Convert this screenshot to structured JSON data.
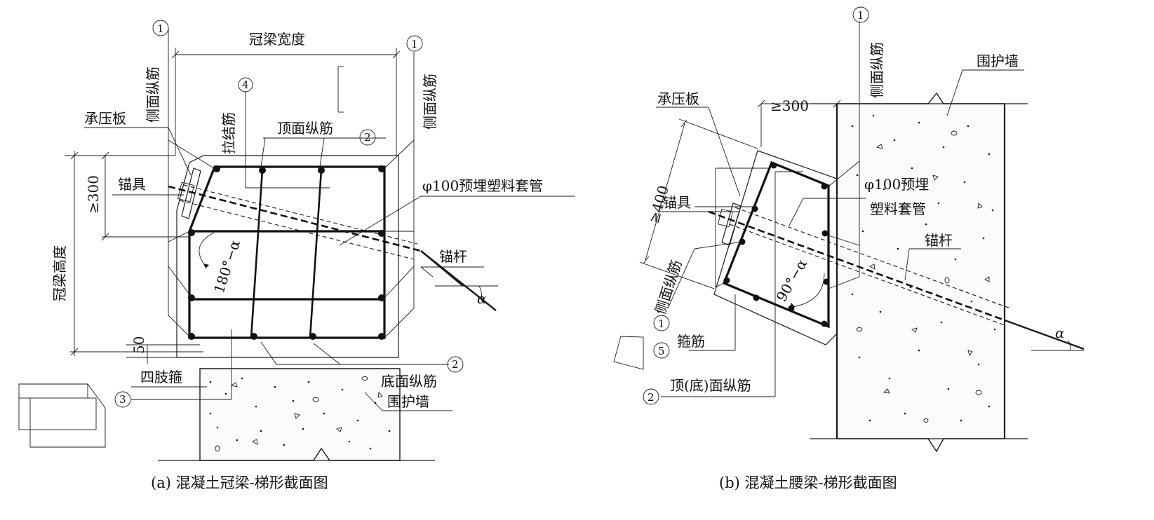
{
  "left": {
    "caption": "(a)  混凝土冠梁-梯形截面图",
    "width_label": "冠梁宽度",
    "height_label": "冠梁高度",
    "dim_ge300": "≥300",
    "dim_50": "50",
    "side_bar_left": "侧面纵筋",
    "side_bar_right": "侧面纵筋",
    "tie_bar": "拉结筋",
    "top_bar": "顶面纵筋",
    "bearing_plate": "承压板",
    "anchorage": "锚具",
    "sleeve": "φ100预埋塑料套管",
    "angle": "180°−α",
    "anchor_rod": "锚杆",
    "alpha": "α",
    "stirrup": "四肢箍",
    "bottom_bar": "底面纵筋",
    "wall": "围护墙",
    "tag1": "1",
    "tag1b": "1",
    "tag2": "2",
    "tag2b": "2",
    "tag3": "3",
    "tag4": "4"
  },
  "right": {
    "caption": "(b)  混凝土腰梁-梯形截面图",
    "side_bar_top": "侧面纵筋",
    "wall": "围护墙",
    "dim_ge300": "≥300",
    "bearing_plate": "承压板",
    "dim_ge400": "≥400",
    "anchorage": "锚具",
    "sleeve_line1": "φ100预埋",
    "sleeve_line2": "塑料套管",
    "anchor_rod": "锚杆",
    "side_bar_bottom": "侧面纵筋",
    "angle": "90°−α",
    "alpha": "α",
    "stirrup": "箍筋",
    "top_bottom_bar": "顶(底)面纵筋",
    "tag1": "1",
    "tag1b": "1",
    "tag5": "5",
    "tag2": "2"
  }
}
